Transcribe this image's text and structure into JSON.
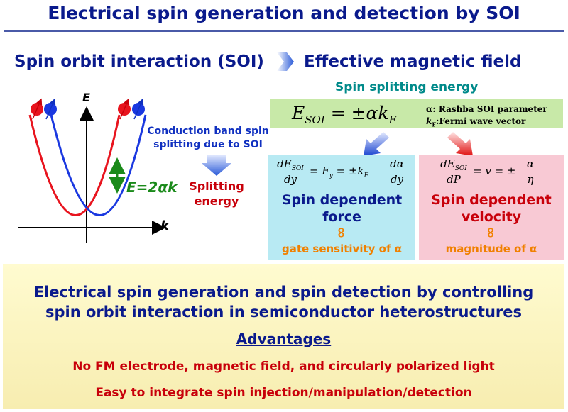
{
  "title": "Electrical spin generation and detection by SOI",
  "left_heading": "Spin orbit interaction (SOI)",
  "right_heading": "Effective magnetic field",
  "spin_splitting_label": "Spin splitting energy",
  "graph": {
    "y_axis": "E",
    "x_axis": "k",
    "split_label": "E=2αk",
    "conduction_band": [
      "Conduction band spin",
      "splitting due to SOI"
    ],
    "splitting_energy": [
      "Splitting",
      "energy"
    ]
  },
  "soi_equation": {
    "lhs_main": "E",
    "lhs_sub": "SOI",
    "rhs": "= ±αk",
    "rhs_sub": "F",
    "param1": "α: Rashba SOI parameter",
    "param2_main": "k",
    "param2_sub": "F",
    "param2_rest": ":Fermi wave vector"
  },
  "force_box": {
    "eq_num_main": "dE",
    "eq_num_sub": "SOI",
    "eq_den": "dy",
    "eq_mid": "= F",
    "eq_mid_sub": "y",
    "eq_pm": "= ±k",
    "eq_pm_sub": "F",
    "eq_frac2_num": "dα",
    "eq_frac2_den": "dy",
    "label": [
      "Spin dependent",
      "force"
    ],
    "symbol": "∞",
    "note": "gate sensitivity of α"
  },
  "velocity_box": {
    "eq_num_main": "dE",
    "eq_num_sub": "SOI",
    "eq_den": "dP",
    "eq_mid": "= v = ±",
    "eq_frac2_num": "α",
    "eq_frac2_den": "η",
    "label": [
      "Spin dependent",
      "velocity"
    ],
    "symbol": "∞",
    "note": "magnitude of α"
  },
  "bottom": {
    "headline": [
      "Electrical spin generation and spin detection by controlling",
      "spin orbit interaction in semiconductor heterostructures"
    ],
    "advantages_title": "Advantages",
    "item1": "No FM electrode, magnetic field, and circularly polarized light",
    "item2": "Easy to integrate spin injection/manipulation/detection"
  },
  "colors": {
    "title_blue": "#0a1a8c",
    "red": "#c8000a",
    "orange": "#f08000",
    "green": "#1a8a1a",
    "teal": "#008a8a"
  }
}
